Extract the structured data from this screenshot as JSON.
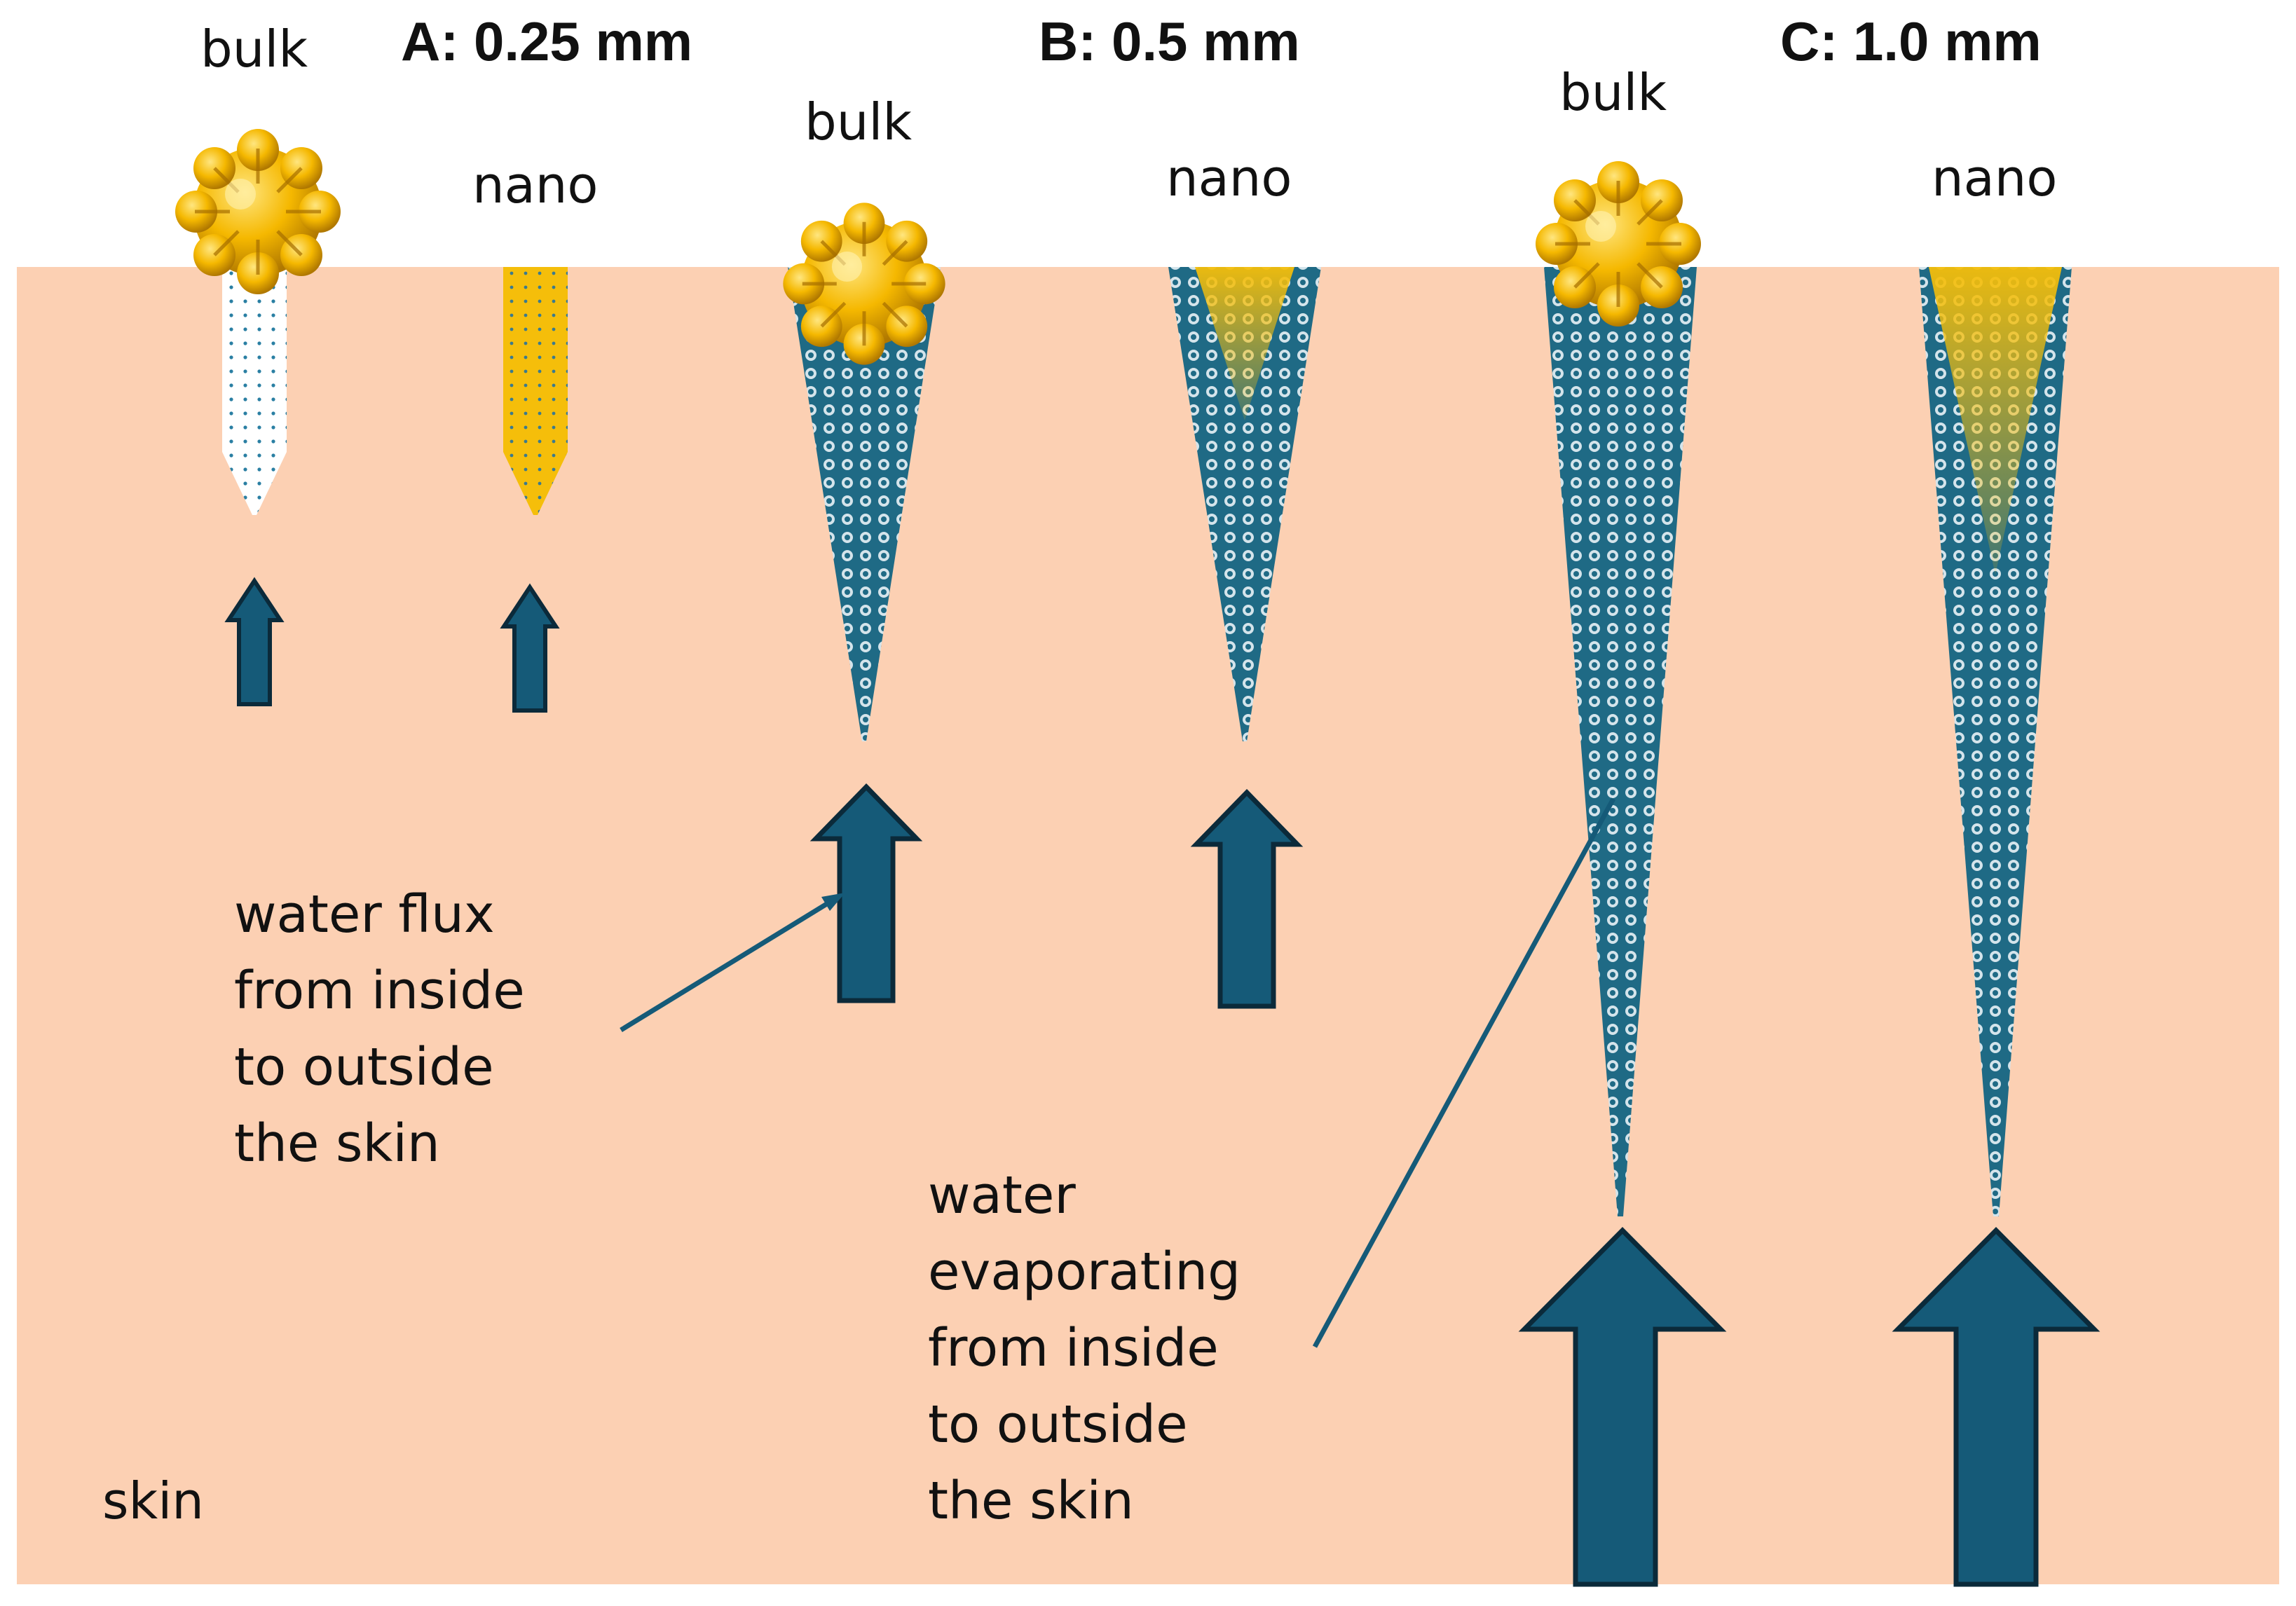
{
  "headers": {
    "a": "A: 0.25 mm",
    "b": "B: 0.5 mm",
    "c": "C: 1.0 mm"
  },
  "labels": {
    "bulk": "bulk",
    "nano": "nano",
    "skin": "skin"
  },
  "annotations": {
    "water_flux": [
      "water flux",
      "from inside",
      "to outside",
      "the skin"
    ],
    "water_evaporating": [
      "water",
      "evaporating",
      "from inside",
      "to outside",
      "the skin"
    ]
  },
  "colors": {
    "skin": "#FCD0B3",
    "water_pattern": "#1F6A85",
    "arrow_fill": "#155A78",
    "arrow_stroke": "#0B2A3A",
    "particle": "#F5B800",
    "nano_fill": "#F5BE0A",
    "needle_light": "#FFFFFF"
  },
  "icons": {
    "particle": "bulk-particle-icon",
    "arrow": "up-arrow-icon"
  }
}
